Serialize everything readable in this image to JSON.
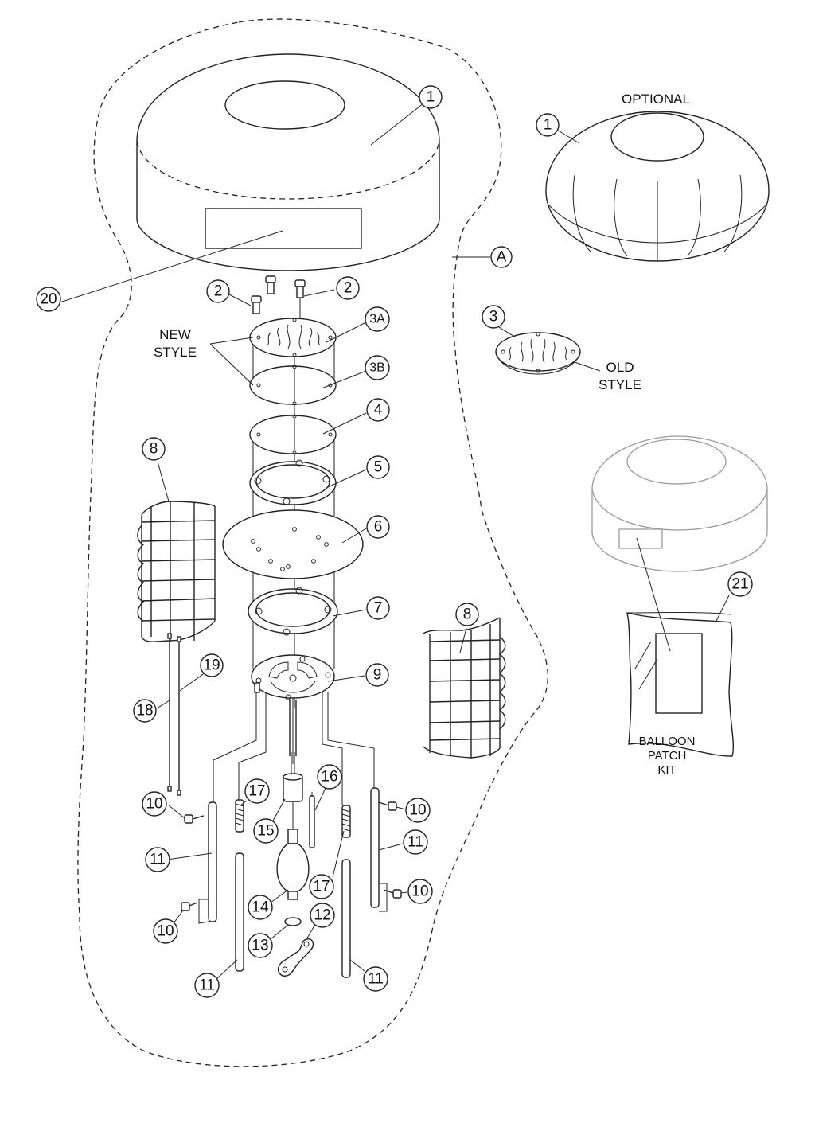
{
  "callouts": {
    "c1_main": "1",
    "c1_optional": "1",
    "c2_left": "2",
    "c2_right": "2",
    "c3": "3",
    "c3a": "3A",
    "c3b": "3B",
    "c4": "4",
    "c5": "5",
    "c6": "6",
    "c7": "7",
    "c8_left": "8",
    "c8_right": "8",
    "c9": "9",
    "c10_ul": "10",
    "c10_ur": "10",
    "c10_ll": "10",
    "c10_lr": "10",
    "c11_ul": "11",
    "c11_ur": "11",
    "c11_ll": "11",
    "c11_lr": "11",
    "c12": "12",
    "c13": "13",
    "c14": "14",
    "c15": "15",
    "c16": "16",
    "c17_upper": "17",
    "c17_lower": "17",
    "c18": "18",
    "c19": "19",
    "c20": "20",
    "c21": "21",
    "cA": "A"
  },
  "labels": {
    "optional": "OPTIONAL",
    "new_style_line1": "NEW",
    "new_style_line2": "STYLE",
    "old_style_line1": "OLD",
    "old_style_line2": "STYLE",
    "patch_line1": "BALLOON",
    "patch_line2": "PATCH",
    "patch_line3": "KIT"
  }
}
